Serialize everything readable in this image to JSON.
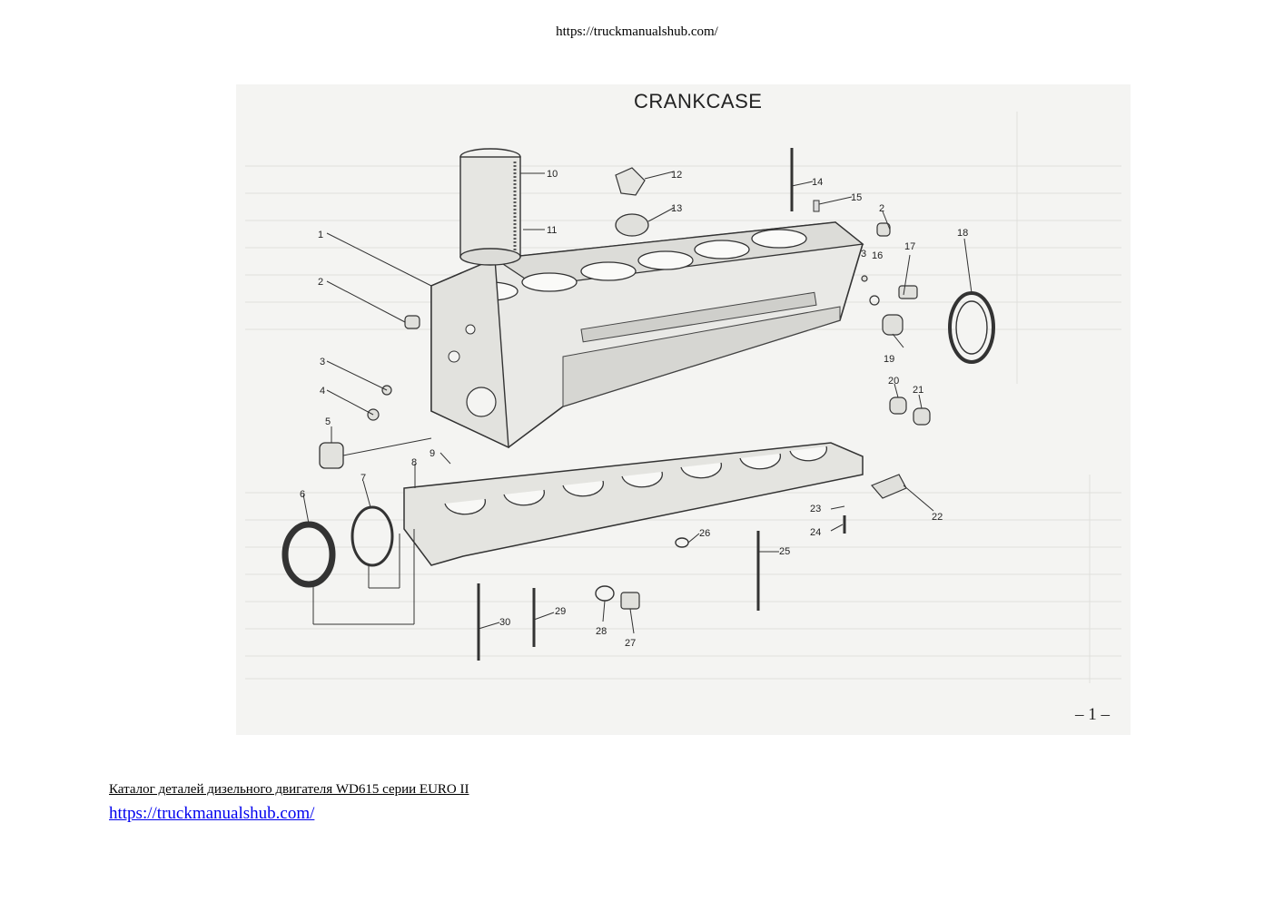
{
  "header": {
    "url": "https://truckmanualshub.com/"
  },
  "scan": {
    "title": "CRANKCASE",
    "page_number": "– 1 –",
    "callouts": [
      {
        "label": "1"
      },
      {
        "label": "2"
      },
      {
        "label": "3"
      },
      {
        "label": "4"
      },
      {
        "label": "5"
      },
      {
        "label": "6"
      },
      {
        "label": "7"
      },
      {
        "label": "8"
      },
      {
        "label": "9"
      },
      {
        "label": "10"
      },
      {
        "label": "11"
      },
      {
        "label": "12"
      },
      {
        "label": "13"
      },
      {
        "label": "14"
      },
      {
        "label": "15"
      },
      {
        "label": "2"
      },
      {
        "label": "3"
      },
      {
        "label": "16"
      },
      {
        "label": "17"
      },
      {
        "label": "18"
      },
      {
        "label": "19"
      },
      {
        "label": "20"
      },
      {
        "label": "21"
      },
      {
        "label": "22"
      },
      {
        "label": "23"
      },
      {
        "label": "24"
      },
      {
        "label": "25"
      },
      {
        "label": "26"
      },
      {
        "label": "27"
      },
      {
        "label": "28"
      },
      {
        "label": "29"
      },
      {
        "label": "30"
      }
    ]
  },
  "footer": {
    "caption": "Каталог деталей дизельного двигателя WD615 серии EURO II",
    "link": "https://truckmanualshub.com/"
  }
}
